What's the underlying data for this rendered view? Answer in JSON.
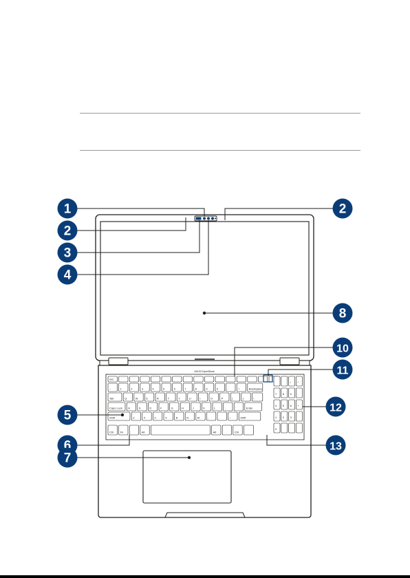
{
  "page": {
    "background": "#ffffff",
    "rule_color": "#9a9a9a",
    "callout_color": "#0a3d78",
    "line_color": "#1d1d1b"
  },
  "figure": {
    "keyboard_brand": "ASUS ExpertBook",
    "callouts": [
      "1",
      "2",
      "2",
      "3",
      "4",
      "8",
      "10",
      "11",
      "5",
      "12",
      "6",
      "13",
      "7"
    ],
    "keyboard": {
      "row_fn": [
        "esc",
        "",
        "",
        "",
        "",
        "",
        "",
        "",
        "",
        "",
        "",
        "",
        "",
        "",
        "",
        ""
      ],
      "row_num": [
        "~",
        "1",
        "2",
        "3",
        "4",
        "5",
        "6",
        "7",
        "8",
        "9",
        "0",
        "-",
        "=",
        "Backspace"
      ],
      "row_q": [
        "Tab",
        "Q",
        "W",
        "E",
        "R",
        "T",
        "Y",
        "U",
        "I",
        "O",
        "P",
        "[",
        "]",
        "\\"
      ],
      "row_a": [
        "Caps Lock",
        "A",
        "S",
        "D",
        "F",
        "G",
        "H",
        "J",
        "K",
        "L",
        ";",
        "'",
        "Enter"
      ],
      "row_z": [
        "Shift",
        "Z",
        "X",
        "C",
        "V",
        "B",
        "N",
        "M",
        ",",
        ".",
        "/",
        "Shift"
      ],
      "row_mod": [
        "Ctrl",
        "Fn",
        "",
        "Alt",
        "",
        "Alt",
        "",
        "Ctrl",
        ""
      ],
      "numpad": [
        [
          "",
          "",
          "/",
          "*"
        ],
        [
          "7",
          "8",
          "9",
          "-"
        ],
        [
          "4",
          "5",
          "6",
          "+"
        ],
        [
          "1",
          "2",
          "3",
          ""
        ],
        [
          "0",
          "",
          ".",
          ""
        ]
      ]
    }
  }
}
